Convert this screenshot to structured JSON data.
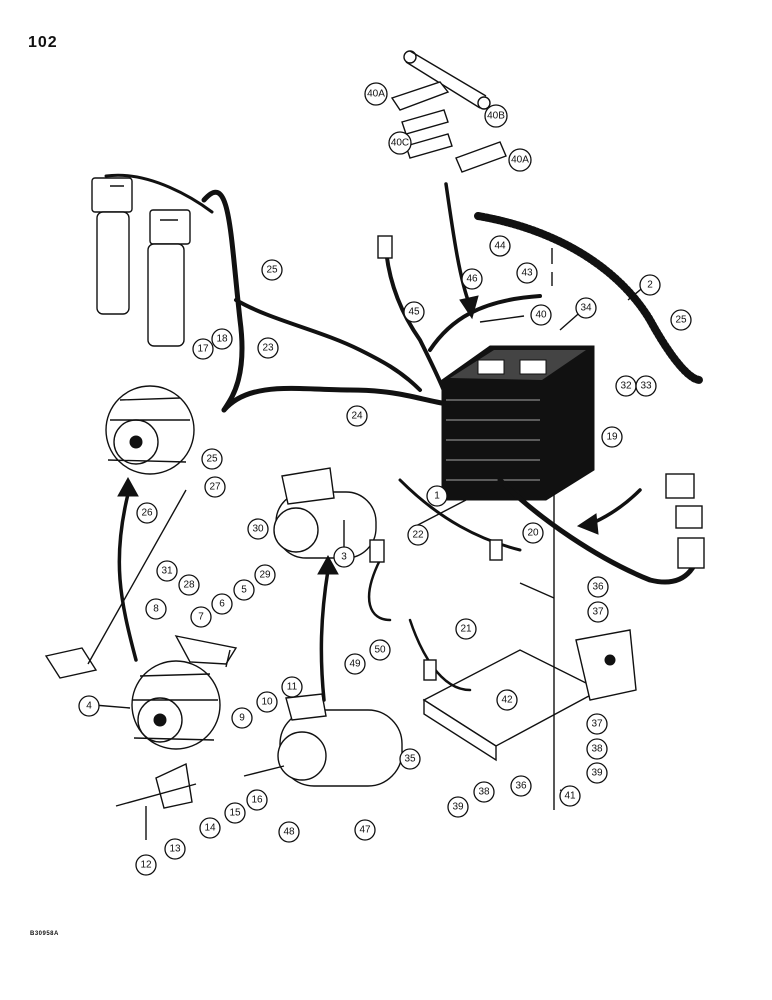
{
  "page_number": "102",
  "figure_code": "B30958A",
  "callouts": [
    "1",
    "2",
    "3",
    "4",
    "5",
    "6",
    "7",
    "8",
    "9",
    "10",
    "11",
    "12",
    "13",
    "14",
    "15",
    "16",
    "17",
    "18",
    "19",
    "20",
    "21",
    "22",
    "23",
    "24",
    "25",
    "25",
    "25",
    "26",
    "27",
    "28",
    "29",
    "30",
    "31",
    "32",
    "33",
    "34",
    "35",
    "36",
    "36",
    "37",
    "37",
    "38",
    "38",
    "39",
    "39",
    "40",
    "40A",
    "40A",
    "40B",
    "40C",
    "41",
    "42",
    "43",
    "44",
    "45",
    "46",
    "47",
    "48",
    "49",
    "50"
  ]
}
